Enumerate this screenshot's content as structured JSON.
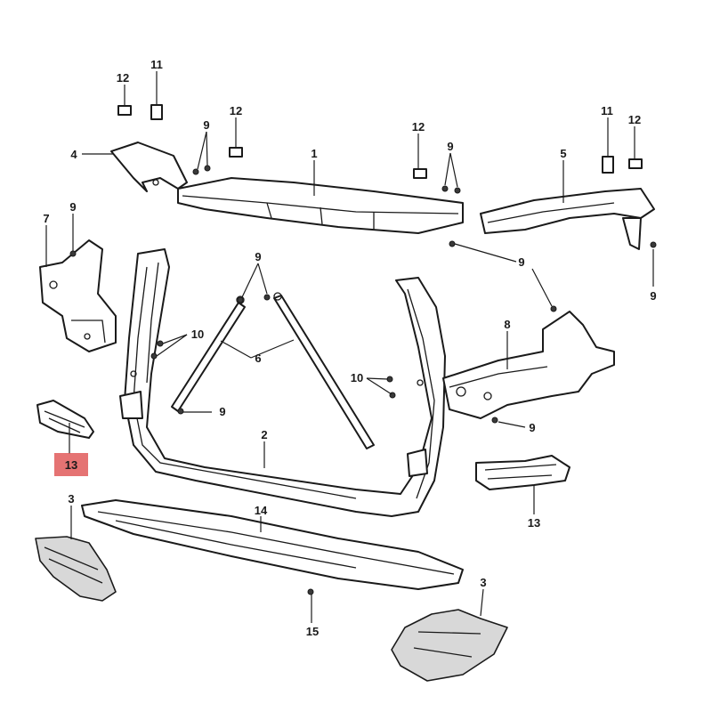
{
  "callouts": {
    "c1": "1",
    "c2": "2",
    "c3a": "3",
    "c3b": "3",
    "c4": "4",
    "c5": "5",
    "c6": "6",
    "c7": "7",
    "c8": "8",
    "c9a": "9",
    "c9b": "9",
    "c9c": "9",
    "c9d": "9",
    "c9e": "9",
    "c9f": "9",
    "c9g": "9",
    "c9h": "9",
    "c10a": "10",
    "c10b": "10",
    "c11a": "11",
    "c11b": "11",
    "c12a": "12",
    "c12b": "12",
    "c12c": "12",
    "c12d": "12",
    "c13a": "13",
    "c13b": "13",
    "c14": "14",
    "c15": "15"
  },
  "highlight": {
    "color": "#e05a5a",
    "callout": "13"
  }
}
